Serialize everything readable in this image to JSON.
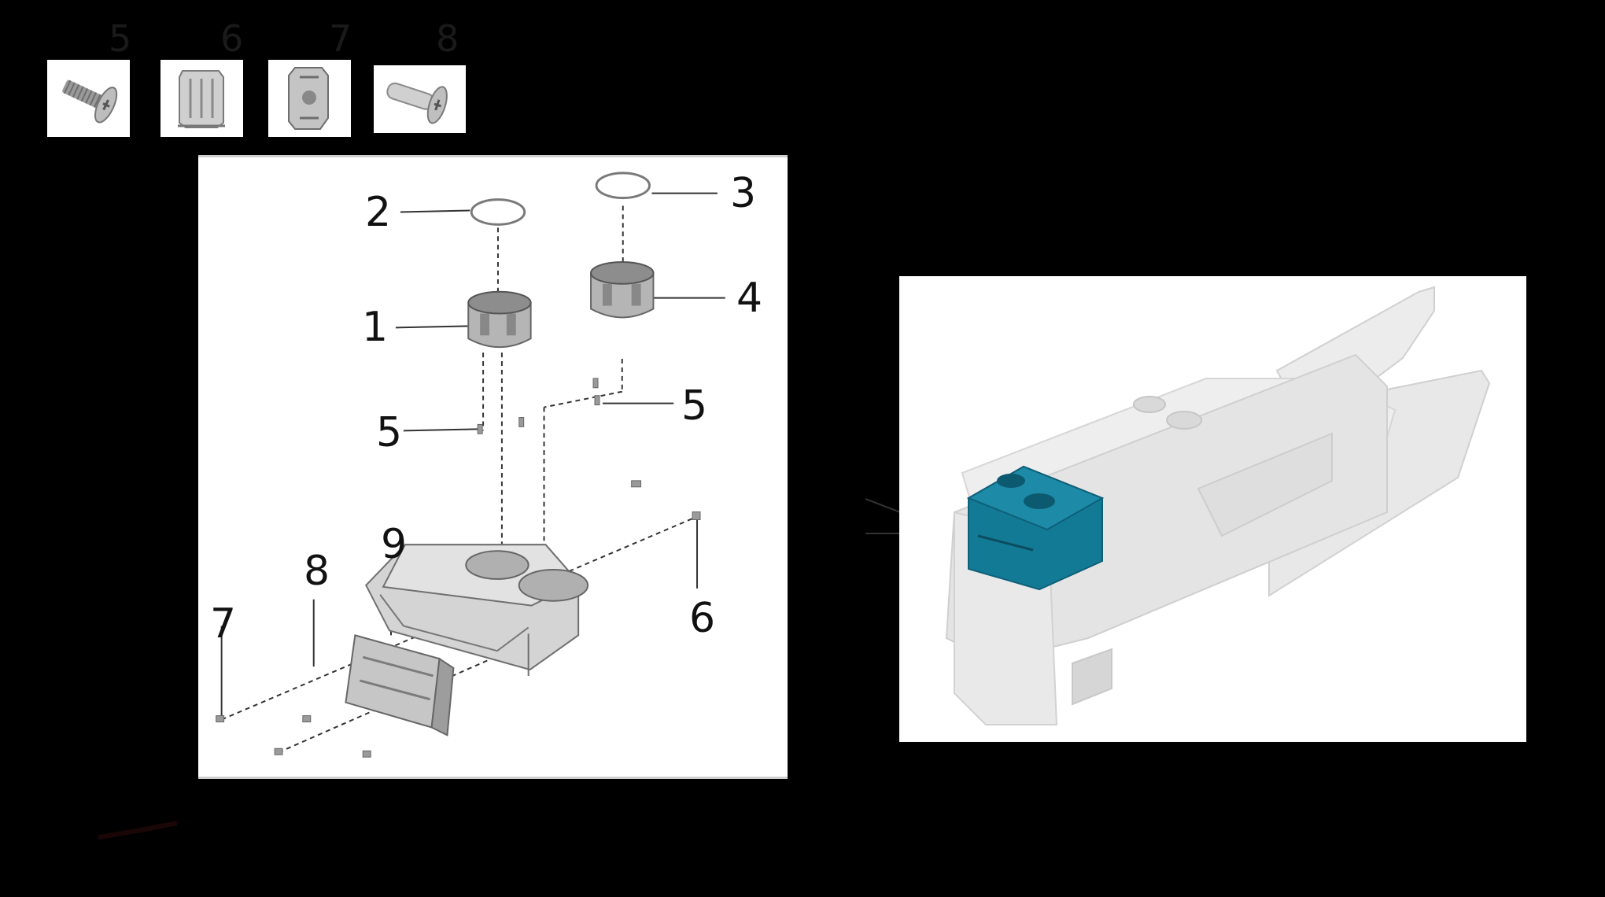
{
  "fasteners": [
    {
      "number": "5",
      "icon": "screw-icon"
    },
    {
      "number": "6",
      "icon": "spring-clip-icon"
    },
    {
      "number": "7",
      "icon": "clip-nut-icon"
    },
    {
      "number": "8",
      "icon": "expanding-rivet-icon"
    }
  ],
  "callouts": {
    "c1": "1",
    "c2": "2",
    "c3": "3",
    "c4": "4",
    "c5a": "5",
    "c5b": "5",
    "c6": "6",
    "c7": "7",
    "c8": "8",
    "c9": "9"
  },
  "colors": {
    "highlight": "#137a96",
    "part_gray": "#c9c9c9",
    "console_gray": "#e6e6e6"
  }
}
